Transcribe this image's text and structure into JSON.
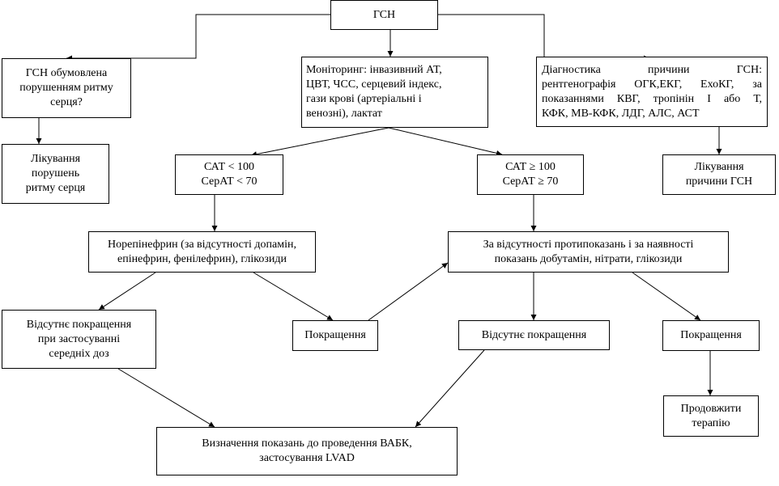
{
  "colors": {
    "line": "#000000",
    "box_border": "#000000",
    "background": "#ffffff"
  },
  "nodes": {
    "gsn": {
      "lines": [
        "ГСН"
      ]
    },
    "rhythm_cause": {
      "lines": [
        "ГСН обумовлена",
        "порушенням ритму",
        "серця?"
      ]
    },
    "monitoring": {
      "lines": [
        "Моніторинг: інвазивний АТ,",
        "ЦВТ, ЧСС, серцевий індекс,",
        "гази крові (артеріальні і",
        "венозні), лактат"
      ]
    },
    "diagnostics": {
      "lines": [
        "Діагностика причини ГСН:",
        "рентгенографія ОГК,ЕКГ, ЕхоКГ, за",
        "показаннями КВГ, тропінін І або Т,",
        "КФК, МВ-КФК, ЛДГ, АЛС, АСТ"
      ]
    },
    "rhythm_treatment": {
      "lines": [
        "Лікування",
        "порушень",
        "ритму серця"
      ]
    },
    "low_bp": {
      "lines": [
        "САТ < 100",
        "СерАТ < 70"
      ]
    },
    "high_bp": {
      "lines": [
        "САТ ≥ 100",
        "СерАТ ≥ 70"
      ]
    },
    "cause_treatment": {
      "lines": [
        "Лікування",
        "причини ГСН"
      ]
    },
    "norepinephrine": {
      "lines": [
        "Норепінефрин (за відсутності допамін,",
        "епінефрин, фенілефрин), глікозиди"
      ]
    },
    "dobutamine": {
      "lines": [
        "За відсутності протипоказань і за наявності",
        "показань добутамін, нітрати, глікозиди"
      ]
    },
    "no_improvement_mid": {
      "lines": [
        "Відсутнє покращення",
        "при застосуванні",
        "середніх доз"
      ]
    },
    "improvement_left": {
      "lines": [
        "Покращення"
      ]
    },
    "no_improvement_right": {
      "lines": [
        "Відсутнє покращення"
      ]
    },
    "improvement_right": {
      "lines": [
        "Покращення"
      ]
    },
    "continue_therapy": {
      "lines": [
        "Продовжити",
        "терапію"
      ]
    },
    "vabk": {
      "lines": [
        "Визначення показань до проведення ВАБК,",
        "застосування LVAD"
      ]
    }
  }
}
